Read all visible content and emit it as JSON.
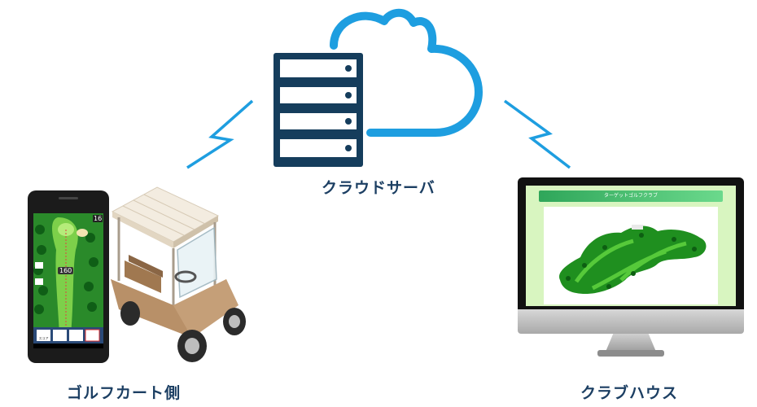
{
  "cloud_server": {
    "label": "クラウドサーバ"
  },
  "golf_cart_side": {
    "label": "ゴルフカート側",
    "phone_screen": {
      "hole_number": "16",
      "yardage_marker": "160",
      "buttons": [
        "スコア",
        "",
        "",
        ""
      ]
    }
  },
  "club_house": {
    "label": "クラブハウス",
    "monitor_screen": {
      "header_title": "ターゲットゴルフクラブ"
    }
  },
  "colors": {
    "cloud_outline": "#1e9ee0",
    "server_navy": "#153d5c",
    "lightning": "#1e9ee0",
    "label_text": "#1c3f63",
    "fairway_green": "#2e9e2c",
    "header_green": "#3bb56a"
  }
}
